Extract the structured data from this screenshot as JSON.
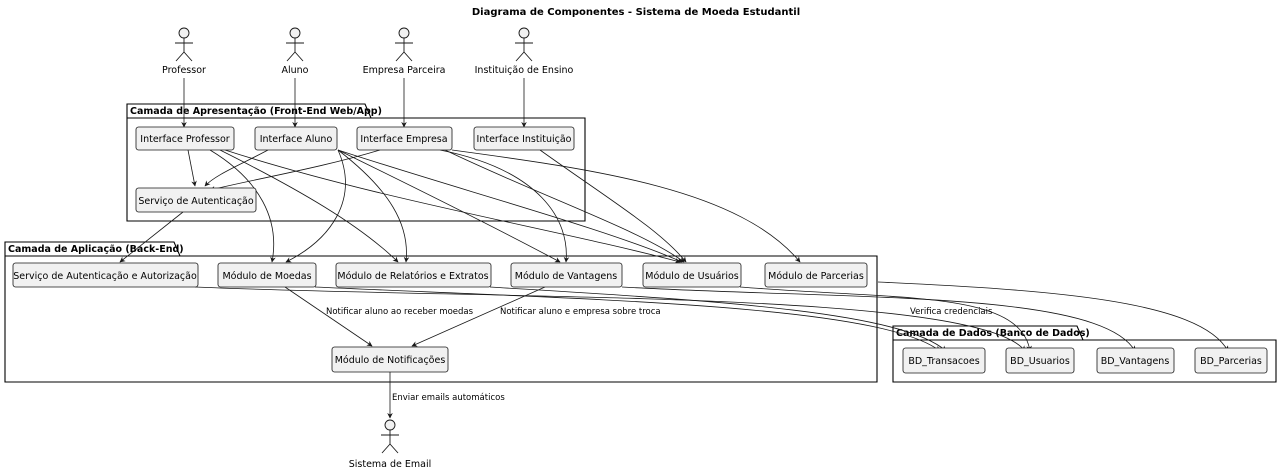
{
  "title": "Diagrama de Componentes - Sistema de Moeda Estudantil",
  "actors": {
    "professor": "Professor",
    "aluno": "Aluno",
    "empresa": "Empresa Parceira",
    "instituicao": "Instituição de Ensino",
    "email": "Sistema de Email"
  },
  "packages": {
    "presentation": {
      "label": "Camada de Apresentação (Front-End Web/App)",
      "components": {
        "interface_professor": "Interface Professor",
        "interface_aluno": "Interface Aluno",
        "interface_empresa": "Interface Empresa",
        "interface_instituicao": "Interface Instituição",
        "servico_autenticacao": "Serviço de Autenticação"
      }
    },
    "application": {
      "label": "Camada de Aplicação (Back-End)",
      "components": {
        "servico_auth_autorizacao": "Serviço de Autenticação e Autorização",
        "modulo_moedas": "Módulo de Moedas",
        "modulo_relatorios": "Módulo de Relatórios e Extratos",
        "modulo_vantagens": "Módulo de Vantagens",
        "modulo_usuarios": "Módulo de Usuários",
        "modulo_parcerias": "Módulo de Parcerias",
        "modulo_notificacoes": "Módulo de Notificações"
      }
    },
    "data": {
      "label": "Camada de Dados (Banco de Dados)",
      "components": {
        "bd_transacoes": "BD_Transacoes",
        "bd_usuarios": "BD_Usuarios",
        "bd_vantagens": "BD_Vantagens",
        "bd_parcerias": "BD_Parcerias"
      }
    }
  },
  "edge_labels": {
    "notify_coins": "Notificar aluno ao receber moedas",
    "notify_trade": "Notificar aluno e empresa sobre troca",
    "verify_credentials": "Verifica credenciais",
    "send_emails": "Enviar emails automáticos"
  }
}
